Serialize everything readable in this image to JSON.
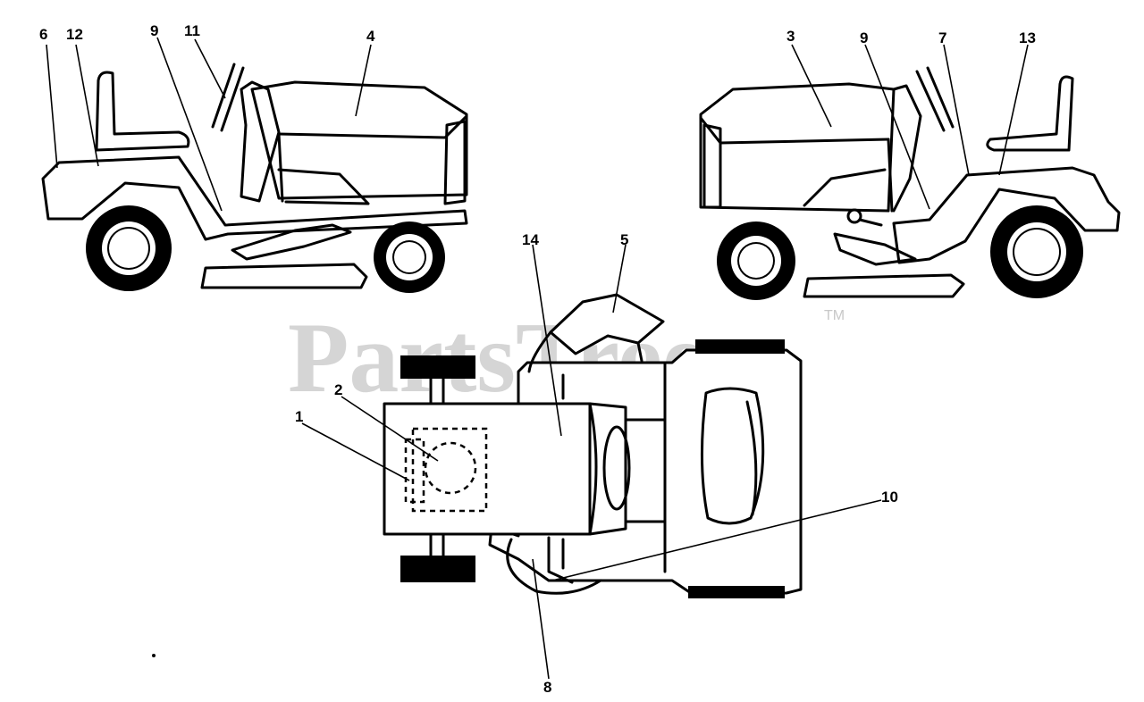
{
  "watermark": {
    "text": "PartsTree",
    "trademark": "TM"
  },
  "callouts": {
    "c1": "1",
    "c2": "2",
    "c3": "3",
    "c4": "4",
    "c5": "5",
    "c6": "6",
    "c7": "7",
    "c8": "8",
    "c9_left": "9",
    "c9_right": "9",
    "c10": "10",
    "c11": "11",
    "c12": "12",
    "c13": "13",
    "c14": "14"
  }
}
